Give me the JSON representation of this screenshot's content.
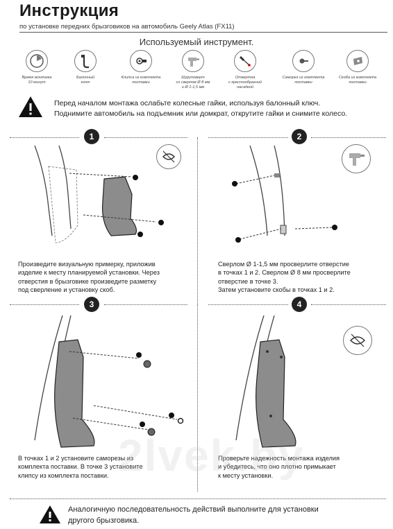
{
  "header": {
    "title": "Инструкция",
    "subtitle": "по установке передних брызговиков на автомобиль Geely Atlas (FX11)"
  },
  "tools": {
    "heading": "Используемый инструмент.",
    "items": [
      {
        "icon": "clock-icon",
        "caption": "Время монтажа\n10 минут"
      },
      {
        "icon": "wrench-icon",
        "caption": "Балонный\nключ"
      },
      {
        "icon": "clip-icon",
        "caption": "Клипса из комплекта\nпоставки"
      },
      {
        "icon": "drill-icon",
        "caption": "Шуруповерт\nсо сверлом Ø 8 мм\nи Ø 1-1,5 мм"
      },
      {
        "icon": "screwdriver-icon",
        "caption": "Отвертка\nс крестообразной\nнасадкой"
      },
      {
        "icon": "screw-icon",
        "caption": "Саморез из комплекта\nпоставки"
      },
      {
        "icon": "bracket-icon",
        "caption": "Скоба из комплекта\nпоставки"
      }
    ]
  },
  "warning_top": "Перед началом монтажа ослабьте колесные гайки, используя балонный ключ.\nПоднимите автомобиль на подъемник или домкрат, открутите гайки и снимите колесо.",
  "steps": [
    {
      "number": "1",
      "text": "Произведите визуальную примерку, приложив\nизделие к месту планируемой установки. Через\nотверстия в брызговике произведите разметку\nпод сверление и установку скоб.",
      "markers": [
        "1",
        "2",
        "3"
      ]
    },
    {
      "number": "2",
      "text": "Сверлом Ø 1-1,5 мм просверлите отверстие\nв точках 1 и 2. Сверлом Ø 8 мм просверлите\nотверстие в точке 3.\nЗатем установите скобы в точках 1 и 2.",
      "markers": [
        "1",
        "2",
        "3"
      ]
    },
    {
      "number": "3",
      "text": "В точках 1 и 2 установите саморезы из\nкомплекта поставки. В точке 3 установите\nклипсу из комплекта поставки.",
      "markers": [
        "1",
        "2",
        "3"
      ]
    },
    {
      "number": "4",
      "text": "Проверьте надежность монтажа изделия\nи убедитесь, что оно плотно примыкает\nк месту установки.",
      "markers": []
    }
  ],
  "warning_bottom": "Аналогичную последовательность действий выполните для установки\nдругого брызговика.",
  "watermark": "2lvek.by"
}
